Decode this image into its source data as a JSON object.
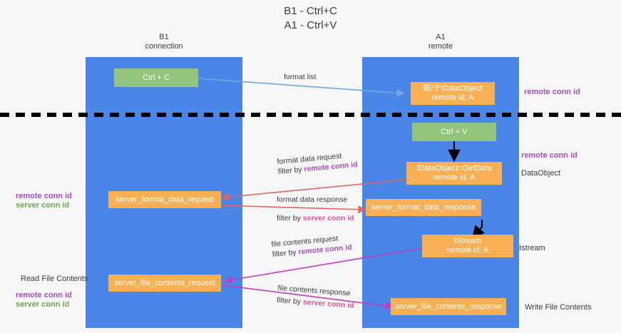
{
  "title_lines": [
    "B1 - Ctrl+C",
    "A1 - Ctrl+V"
  ],
  "colors": {
    "lane": "#4a86e8",
    "green_box": "#93c47d",
    "orange_box": "#f9b055",
    "remote_conn_id": "#a64dbe",
    "server_conn_id": "#6aa84f",
    "server_conn_id_label": "#e0559b",
    "divider": "#000000",
    "arrow_format_list": "#6fa8dc",
    "arrow_format_data": "#e06666",
    "arrow_file_contents": "#c23ac2",
    "arrow_black": "#000000",
    "background": "#f7f7f7"
  },
  "lanes": [
    {
      "id": "b1",
      "name": "B1",
      "role": "connection"
    },
    {
      "id": "a1",
      "name": "A1",
      "role": "remote"
    }
  ],
  "boxes": {
    "ctrl_c": {
      "label": "Ctrl + C",
      "kind": "green"
    },
    "ctrl_v": {
      "label": "Ctrl + V",
      "kind": "green"
    },
    "idataobject_remote": {
      "line1": "取/テIDataObject",
      "line2": "remote id: A",
      "kind": "orange"
    },
    "getdata": {
      "line1": "IDataObject::GetData",
      "line2": "remote id: A",
      "kind": "orange"
    },
    "istream": {
      "line1": "IStream",
      "line2": "remote id: A",
      "kind": "orange"
    },
    "server_format_data_request": {
      "label": "server_format_data_request",
      "kind": "orange"
    },
    "server_format_data_response": {
      "label": "server_format_data_response",
      "kind": "orange"
    },
    "server_file_contents_request": {
      "label": "server_file_contents_request",
      "kind": "orange"
    },
    "server_file_contents_response": {
      "label": "server_file_contents_response",
      "kind": "orange"
    }
  },
  "edges": [
    {
      "id": "format-list",
      "label": "format list",
      "filter_prefix": "",
      "filter_value": ""
    },
    {
      "id": "format-data-request",
      "label": "format data request",
      "filter_prefix": "filter by ",
      "filter_value": "remote conn id"
    },
    {
      "id": "format-data-response",
      "label": "format data response",
      "filter_prefix": "filter by ",
      "filter_value": "server conn id"
    },
    {
      "id": "file-contents-request",
      "label": "file contents request",
      "filter_prefix": "filter by ",
      "filter_value": "remote conn id"
    },
    {
      "id": "file-contents-response",
      "label": "file contents response",
      "filter_prefix": "filter by ",
      "filter_value": "server conn id"
    }
  ],
  "annotations": {
    "right_remote_top": "remote conn id",
    "right_remote_mid": "remote conn id",
    "right_dataobject": "DataObject",
    "right_istream": "Istream",
    "right_write_file": "Write File Contents",
    "left_remote": "remote conn id",
    "left_server": "server conn id",
    "left_read_file": "Read File Contents",
    "left_remote2": "remote conn id",
    "left_server2": "server conn id"
  }
}
